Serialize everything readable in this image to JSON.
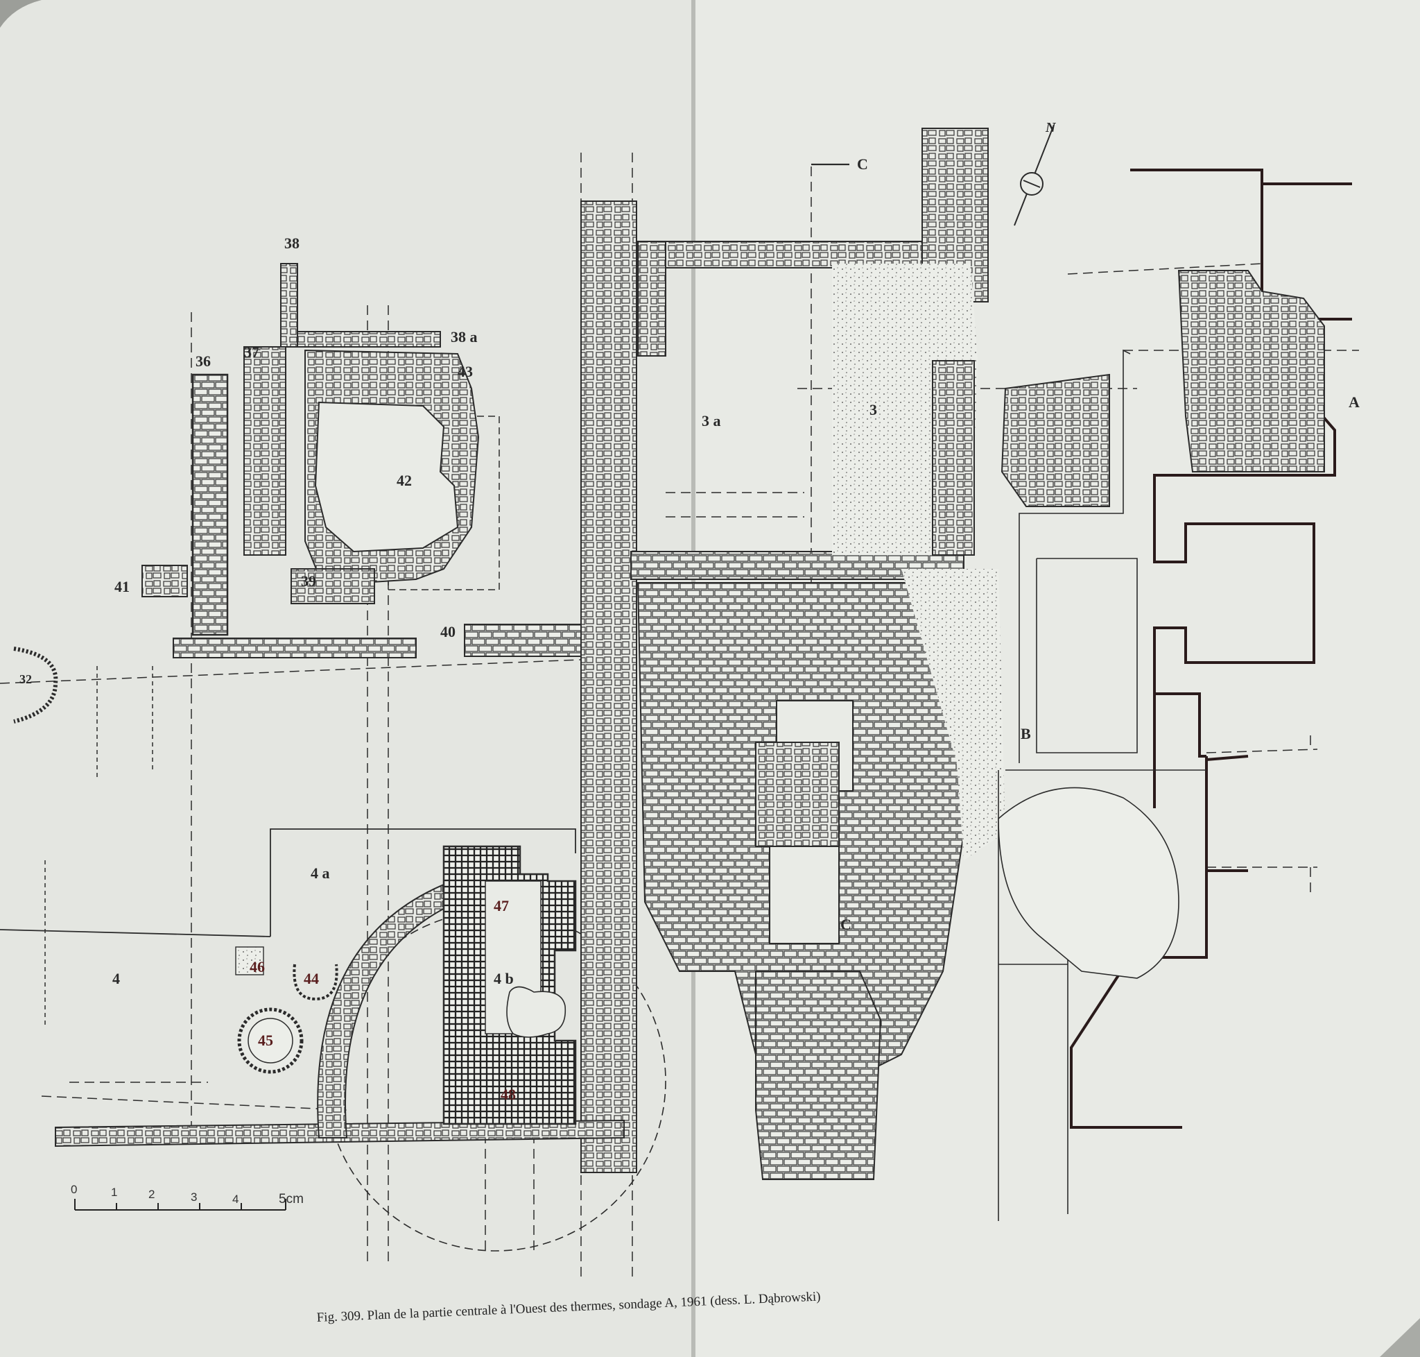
{
  "caption": "Fig. 309. Plan de la partie centrale à l'Ouest des thermes, sondage A, 1961 (dess. L. Dąbrowski)",
  "north_label": "N",
  "section_markers": {
    "a": "A",
    "b": "B",
    "c_top": "C",
    "c_bottom": "C"
  },
  "scale": {
    "ticks": [
      "0",
      "1",
      "2",
      "3",
      "4"
    ],
    "end_label": "5cm"
  },
  "area_labels": {
    "r32": "32",
    "r36": "36",
    "r37": "37",
    "r38": "38",
    "r38a": "38 a",
    "r39": "39",
    "r40": "40",
    "r41": "41",
    "r42": "42",
    "r43": "43",
    "r44": "44",
    "r45": "45",
    "r46": "46",
    "r47": "47",
    "r48": "48",
    "r3": "3",
    "r3a": "3 a",
    "r4": "4",
    "r4a": "4 a",
    "r4b": "4 b"
  }
}
